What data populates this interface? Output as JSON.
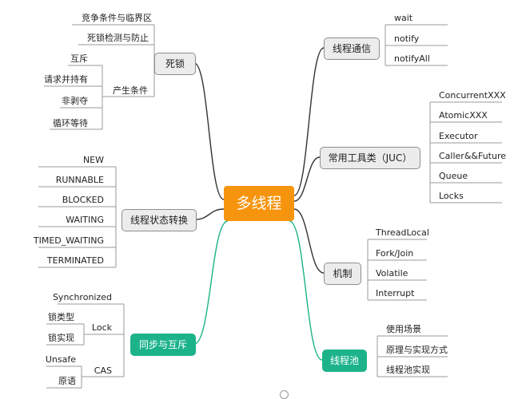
{
  "diagram": {
    "root": {
      "label": "多线程",
      "color": "#f7940d"
    },
    "branches": [
      {
        "key": "deadlock",
        "label": "死锁",
        "children": [
          {
            "label": "竞争条件与临界区"
          },
          {
            "label": "死锁检测与防止"
          },
          {
            "label": "产生条件",
            "children": [
              {
                "label": "互斥"
              },
              {
                "label": "请求并持有"
              },
              {
                "label": "非剥夺"
              },
              {
                "label": "循环等待"
              }
            ]
          }
        ]
      },
      {
        "key": "thread-state",
        "label": "线程状态转换",
        "children": [
          {
            "label": "NEW"
          },
          {
            "label": "RUNNABLE"
          },
          {
            "label": "BLOCKED"
          },
          {
            "label": "WAITING"
          },
          {
            "label": "TIMED_WAITING"
          },
          {
            "label": "TERMINATED"
          }
        ]
      },
      {
        "key": "sync",
        "label": "同步与互斥",
        "highlight": true,
        "children": [
          {
            "label": "Synchronized"
          },
          {
            "label": "Lock",
            "children": [
              {
                "label": "锁类型"
              },
              {
                "label": "锁实现"
              }
            ]
          },
          {
            "label": "CAS",
            "children": [
              {
                "label": "Unsafe"
              },
              {
                "label": "原语"
              }
            ]
          }
        ]
      },
      {
        "key": "communication",
        "label": "线程通信",
        "children": [
          {
            "label": "wait"
          },
          {
            "label": "notify"
          },
          {
            "label": "notifyAll"
          }
        ]
      },
      {
        "key": "juc",
        "label": "常用工具类（JUC）",
        "children": [
          {
            "label": "ConcurrentXXX"
          },
          {
            "label": "AtomicXXX"
          },
          {
            "label": "Executor"
          },
          {
            "label": "Caller&&Future"
          },
          {
            "label": "Queue"
          },
          {
            "label": "Locks"
          }
        ]
      },
      {
        "key": "mechanism",
        "label": "机制",
        "children": [
          {
            "label": "ThreadLocal"
          },
          {
            "label": "Fork/Join"
          },
          {
            "label": "Volatile"
          },
          {
            "label": "Interrupt"
          }
        ]
      },
      {
        "key": "pool",
        "label": "线程池",
        "highlight": true,
        "children": [
          {
            "label": "使用场景"
          },
          {
            "label": "原理与实现方式"
          },
          {
            "label": "线程池实现"
          }
        ]
      }
    ],
    "colors": {
      "accent": "#1db38a",
      "line": "#333333",
      "underline": "#9a9a9a",
      "branch_fill": "#ececec"
    }
  }
}
